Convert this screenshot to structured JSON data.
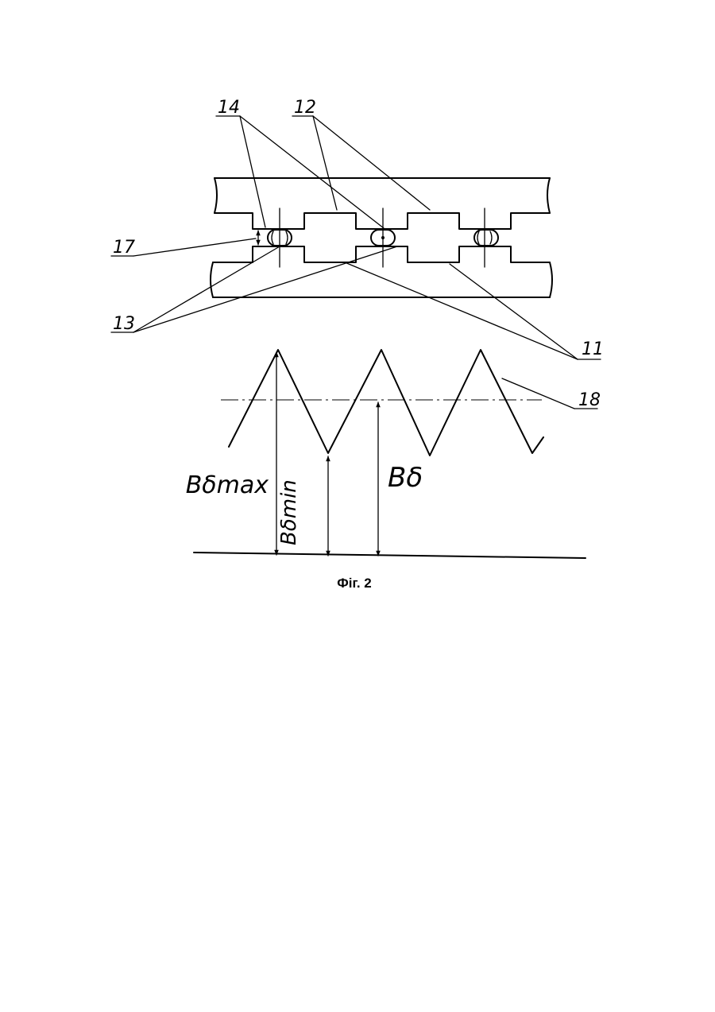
{
  "labels": {
    "l14": "14",
    "l12": "12",
    "l17": "17",
    "l13": "13",
    "l11": "11",
    "l18": "18"
  },
  "dims": {
    "max": "Bδmax",
    "min": "Bδmin",
    "mean": "Bδ"
  },
  "caption": "Фіг. 2"
}
